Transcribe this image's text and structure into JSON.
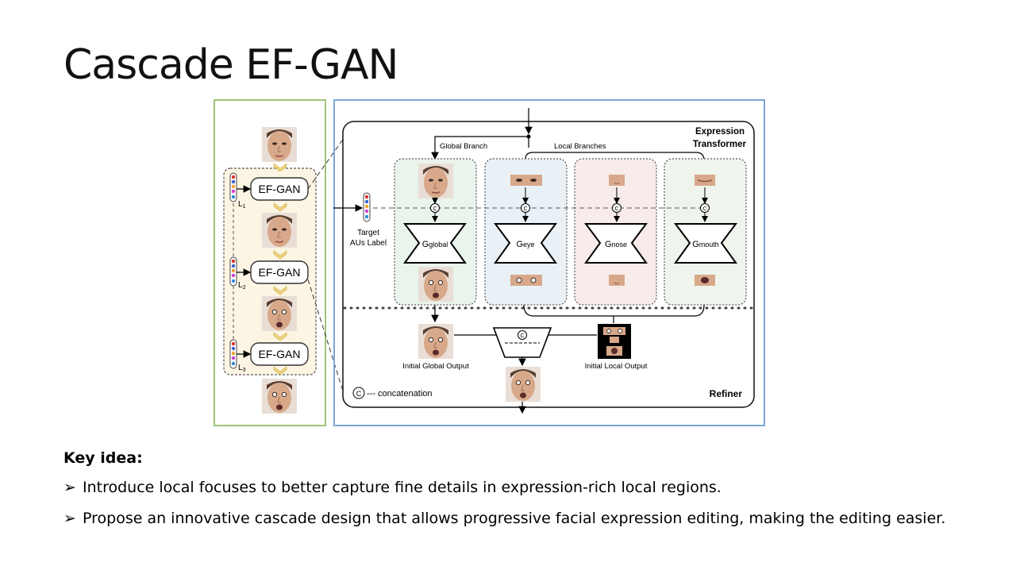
{
  "slide": {
    "title": "Cascade EF-GAN"
  },
  "diagram": {
    "cascade_blocks": [
      {
        "label": "EF-GAN",
        "level": "L",
        "sub": "1"
      },
      {
        "label": "EF-GAN",
        "level": "L",
        "sub": "2"
      },
      {
        "label": "EF-GAN",
        "level": "L",
        "sub": "3"
      }
    ],
    "target_label_line1": "Target",
    "target_label_line2": "AUs Label",
    "global_branch": "Global Branch",
    "local_branches": "Local Branches",
    "transformer_line1": "Expression",
    "transformer_line2": "Transformer",
    "generators": [
      {
        "main": "G",
        "sub": "global"
      },
      {
        "main": "G",
        "sub": "eye"
      },
      {
        "main": "G",
        "sub": "nose"
      },
      {
        "main": "G",
        "sub": "mouth"
      }
    ],
    "concat_symbol": "C",
    "initial_global_output": "Initial Global Output",
    "initial_local_output": "Initial Local Output",
    "concat_legend": "--- concatenation",
    "refiner": "Refiner",
    "colors": {
      "left_panel_border": "#9dc47a",
      "right_panel_border": "#7ba7d6",
      "cascade_fill": "#fcf5e3",
      "global_fill": "#e9f4ec",
      "eye_fill": "#e9f1f7",
      "nose_fill": "#f8eceb",
      "mouth_fill": "#eff4ec",
      "face_skin": "#d8a88a",
      "chevron": "#f0d77c"
    }
  },
  "key_idea": {
    "heading": "Key idea:",
    "bullets": [
      "Introduce local focuses to better capture fine details in expression-rich local regions.",
      "Propose an innovative cascade design that allows progressive facial expression editing, making the editing easier."
    ],
    "bullet_symbol": "➢"
  }
}
